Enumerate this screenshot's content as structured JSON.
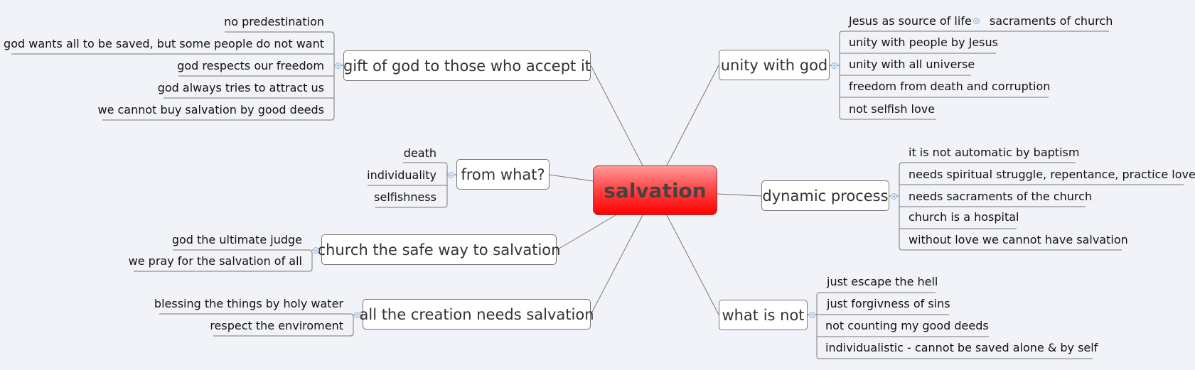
{
  "central": {
    "label": "salvation",
    "color_top": "#ff9a9a",
    "color_bottom": "#ff0000"
  },
  "topics": {
    "gift": {
      "label": "gift of god to those who accept it",
      "children": [
        "no predestination",
        "god wants all to be saved, but some people do not want",
        "god respects our freedom",
        "god always tries to attract us",
        "we cannot buy salvation by good deeds"
      ]
    },
    "from_what": {
      "label": "from what?",
      "children": [
        "death",
        "individuality",
        "selfishness"
      ]
    },
    "church": {
      "label": "church the safe way to salvation",
      "children": [
        "god the ultimate judge",
        "we pray for the salvation of all"
      ]
    },
    "creation": {
      "label": "all the creation needs salvation",
      "children": [
        "blessing the things by holy water",
        "respect the enviroment"
      ]
    },
    "unity": {
      "label": "unity with god",
      "children": [
        "Jesus as source of life",
        "unity with people by Jesus",
        "unity with all universe",
        "freedom from death and corruption",
        "not selfish love"
      ],
      "grandchild": "sacraments of church"
    },
    "dynamic": {
      "label": "dynamic process",
      "children": [
        "it is not automatic by baptism",
        "needs spiritual struggle, repentance, practice love",
        "needs sacraments of the church",
        "church is a hospital",
        "without love we cannot have salvation"
      ]
    },
    "what_not": {
      "label": "what is not",
      "children": [
        "just escape the hell",
        "just forgivness of sins",
        "not counting my good deeds",
        "individualistic - cannot be saved alone & by self"
      ]
    }
  }
}
